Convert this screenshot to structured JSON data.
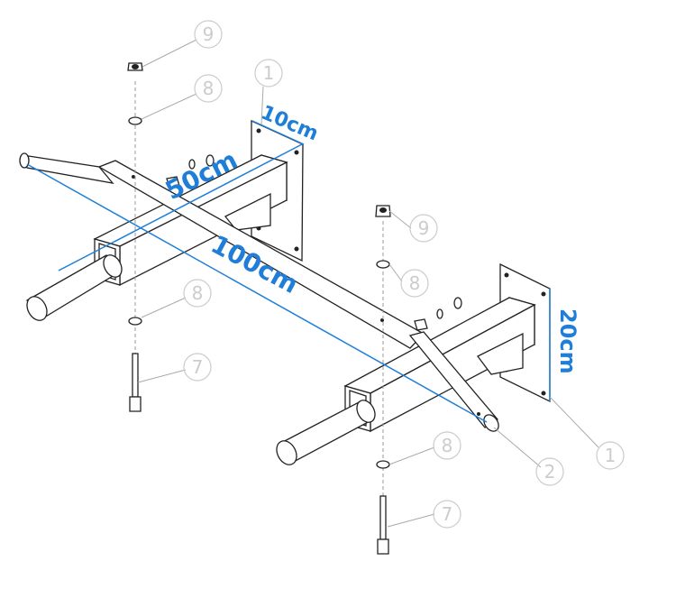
{
  "dimensions": {
    "handle_spread": "100cm",
    "mount_spacing": "50cm",
    "bracket_width": "10cm",
    "bracket_height": "20cm"
  },
  "callouts": [
    {
      "id": "wall-bracket-top",
      "number": "1"
    },
    {
      "id": "wall-bracket-bottom",
      "number": "1"
    },
    {
      "id": "pull-up-bar",
      "number": "2"
    },
    {
      "id": "bolt-left",
      "number": "7"
    },
    {
      "id": "bolt-right",
      "number": "7"
    },
    {
      "id": "washer-left-top",
      "number": "8"
    },
    {
      "id": "washer-left-bottom",
      "number": "8"
    },
    {
      "id": "washer-right-top",
      "number": "8"
    },
    {
      "id": "washer-right-bottom",
      "number": "8"
    },
    {
      "id": "nut-left",
      "number": "9"
    },
    {
      "id": "nut-right",
      "number": "9"
    }
  ],
  "colors": {
    "dimension": "#1f7ed8",
    "callout": "#cccccc",
    "line": "#222222"
  }
}
